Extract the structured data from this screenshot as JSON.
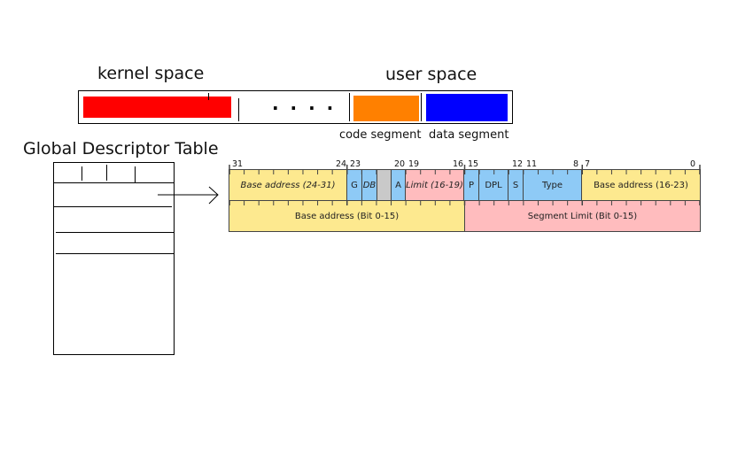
{
  "memory": {
    "kernel_label": "kernel space",
    "user_label": "user space",
    "dots": ". . . .",
    "code_segment_label": "code segment",
    "data_segment_label": "data segment",
    "colors": {
      "kernel": "#ff0000",
      "code": "#ff8000",
      "data": "#0000ff"
    }
  },
  "gdt": {
    "title": "Global Descriptor Table"
  },
  "descriptor": {
    "top_bits": [
      "31",
      "24",
      "23",
      "20",
      "19",
      "16",
      "15",
      "12",
      "11",
      "8",
      "7",
      "0"
    ],
    "high_fields": [
      "Base address (24-31)",
      "G",
      "DB",
      "",
      "A",
      "Limit (16-19)",
      "P",
      "DPL",
      "S",
      "Type",
      "Base address (16-23)"
    ],
    "low_fields": [
      "Base address (Bit 0-15)",
      "Segment Limit (Bit 0-15)"
    ],
    "colors": {
      "yellow": "#fde98f",
      "blue": "#8ecaf6",
      "grey": "#c9c9c9",
      "pink": "#ffbcbe"
    }
  }
}
